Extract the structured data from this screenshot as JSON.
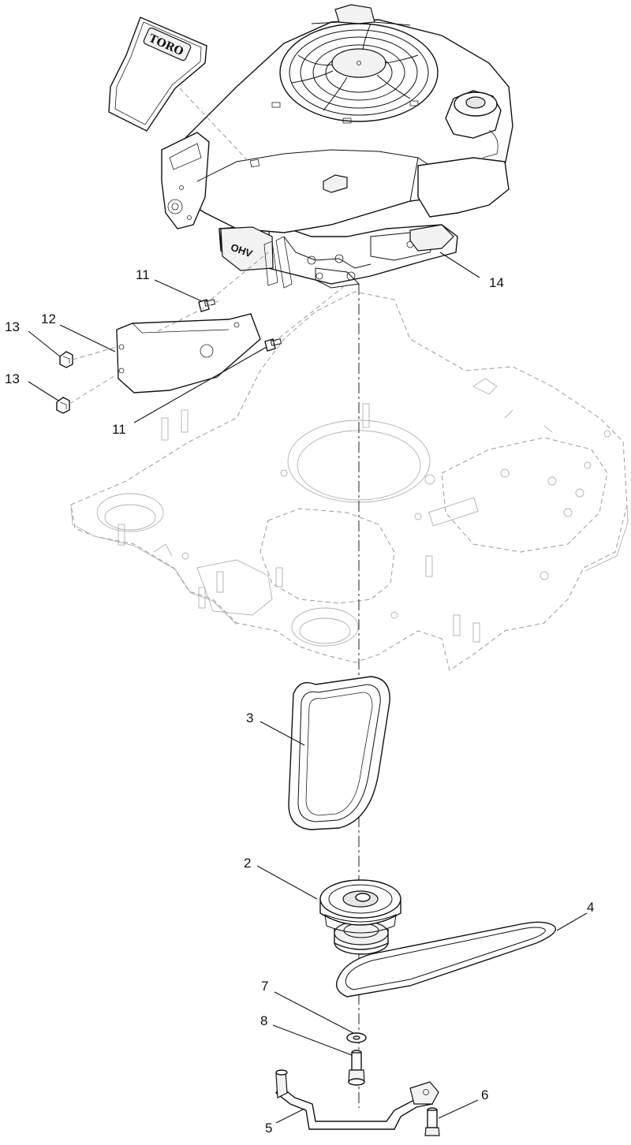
{
  "callouts": [
    {
      "id": "callout-11-top",
      "label": "11"
    },
    {
      "id": "callout-14",
      "label": "14"
    },
    {
      "id": "callout-12",
      "label": "12"
    },
    {
      "id": "callout-13-upper",
      "label": "13"
    },
    {
      "id": "callout-13-lower",
      "label": "13"
    },
    {
      "id": "callout-11-lower",
      "label": "11"
    },
    {
      "id": "callout-3",
      "label": "3"
    },
    {
      "id": "callout-2",
      "label": "2"
    },
    {
      "id": "callout-4",
      "label": "4"
    },
    {
      "id": "callout-7",
      "label": "7"
    },
    {
      "id": "callout-8",
      "label": "8"
    },
    {
      "id": "callout-6",
      "label": "6"
    },
    {
      "id": "callout-5",
      "label": "5"
    }
  ],
  "decals": {
    "brand_logo": "TORO",
    "engine_badge": "OHV"
  }
}
